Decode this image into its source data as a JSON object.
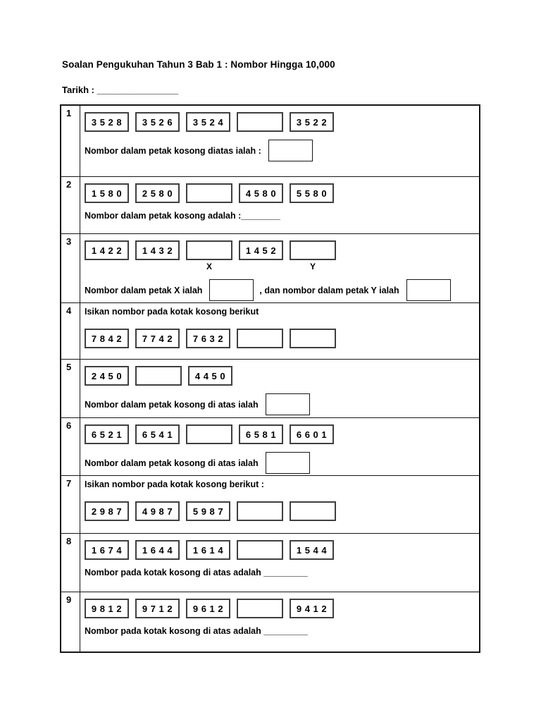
{
  "page": {
    "title": "Soalan Pengukuhan Tahun 3 Bab 1 : Nombor Hingga 10,000",
    "date_line": "Tarikh : ________________"
  },
  "colors": {
    "background": "#ffffff",
    "text": "#000000",
    "table_border": "#161616",
    "number_box_border": "#3f3f3f"
  },
  "rows": [
    {
      "number": "1",
      "intro": null,
      "boxes": [
        {
          "value": "3 5 2 8",
          "label": ""
        },
        {
          "value": "3 5 2 6",
          "label": ""
        },
        {
          "value": "3 5 2 4",
          "label": ""
        },
        {
          "value": "",
          "label": ""
        },
        {
          "value": "3 5 2 2",
          "label": ""
        }
      ],
      "question": [
        {
          "type": "text",
          "value": "Nombor dalam petak kosong diatas ialah :"
        },
        {
          "type": "answer_box"
        }
      ]
    },
    {
      "number": "2",
      "intro": null,
      "boxes": [
        {
          "value": "1 5 8 0",
          "label": ""
        },
        {
          "value": "2 5 8 0",
          "label": ""
        },
        {
          "value": "",
          "label": ""
        },
        {
          "value": "4 5 8 0",
          "label": ""
        },
        {
          "value": "5 5 8 0",
          "label": ""
        }
      ],
      "question": [
        {
          "type": "text",
          "value": "Nombor dalam petak kosong adalah :________"
        }
      ]
    },
    {
      "number": "3",
      "intro": null,
      "boxes": [
        {
          "value": "1 4 2 2",
          "label": ""
        },
        {
          "value": "1 4 3 2",
          "label": ""
        },
        {
          "value": "",
          "label": "X"
        },
        {
          "value": "1 4 5 2",
          "label": ""
        },
        {
          "value": "",
          "label": "Y"
        }
      ],
      "question": [
        {
          "type": "text",
          "value": "Nombor dalam petak X ialah"
        },
        {
          "type": "answer_box"
        },
        {
          "type": "text",
          "value": ", dan nombor dalam petak Y ialah"
        },
        {
          "type": "answer_box"
        }
      ]
    },
    {
      "number": "4",
      "intro": "Isikan nombor pada kotak kosong berikut",
      "boxes": [
        {
          "value": "7 8 4 2",
          "label": ""
        },
        {
          "value": "7 7 4 2",
          "label": ""
        },
        {
          "value": "7 6 3 2",
          "label": ""
        },
        {
          "value": "",
          "label": ""
        },
        {
          "value": "",
          "label": ""
        }
      ],
      "question": null
    },
    {
      "number": "5",
      "intro": null,
      "boxes": [
        {
          "value": "2 4 5 0",
          "label": ""
        },
        {
          "value": "",
          "label": ""
        },
        {
          "value": "4 4 5 0",
          "label": ""
        }
      ],
      "question": [
        {
          "type": "text",
          "value": "Nombor dalam petak kosong di atas ialah"
        },
        {
          "type": "answer_box"
        }
      ]
    },
    {
      "number": "6",
      "intro": null,
      "boxes": [
        {
          "value": "6 5 2 1",
          "label": ""
        },
        {
          "value": "6 5 4 1",
          "label": ""
        },
        {
          "value": "",
          "label": ""
        },
        {
          "value": "6 5 8 1",
          "label": ""
        },
        {
          "value": "6 6 0 1",
          "label": ""
        }
      ],
      "question": [
        {
          "type": "text",
          "value": "Nombor dalam petak kosong di atas ialah"
        },
        {
          "type": "answer_box"
        }
      ]
    },
    {
      "number": "7",
      "intro": "Isikan nombor pada kotak kosong berikut :",
      "boxes": [
        {
          "value": "2 9 8 7",
          "label": ""
        },
        {
          "value": "4 9 8 7",
          "label": ""
        },
        {
          "value": "5 9 8 7",
          "label": ""
        },
        {
          "value": "",
          "label": ""
        },
        {
          "value": "",
          "label": ""
        }
      ],
      "question": null
    },
    {
      "number": "8",
      "intro": null,
      "boxes": [
        {
          "value": "1 6 7 4",
          "label": ""
        },
        {
          "value": "1 6 4 4",
          "label": ""
        },
        {
          "value": "1 6 1 4",
          "label": ""
        },
        {
          "value": "",
          "label": ""
        },
        {
          "value": "1 5 4 4",
          "label": ""
        }
      ],
      "question": [
        {
          "type": "text",
          "value": "Nombor pada kotak kosong di atas adalah _________"
        }
      ]
    },
    {
      "number": "9",
      "intro": null,
      "boxes": [
        {
          "value": "9 8 1 2",
          "label": ""
        },
        {
          "value": "9 7 1 2",
          "label": ""
        },
        {
          "value": "9 6 1 2",
          "label": ""
        },
        {
          "value": "",
          "label": ""
        },
        {
          "value": "9 4 1 2",
          "label": ""
        }
      ],
      "question": [
        {
          "type": "text",
          "value": "Nombor pada kotak kosong di atas adalah _________"
        }
      ]
    }
  ]
}
